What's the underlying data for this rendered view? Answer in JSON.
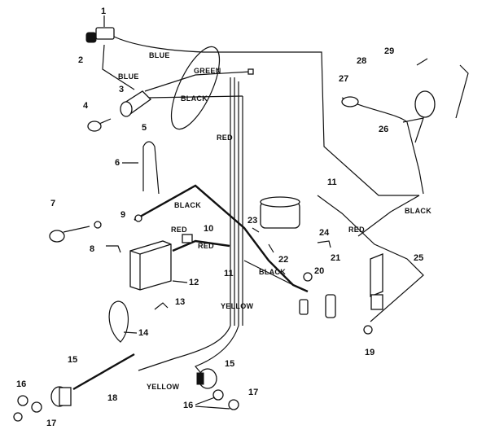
{
  "wire_labels": {
    "blue_top": "BLUE",
    "blue_left": "BLUE",
    "green": "GREEN",
    "black_switch": "BLACK",
    "red_vertical": "RED",
    "black_right": "BLACK",
    "red_right": "RED",
    "black_battery": "BLACK",
    "red_solenoid": "RED",
    "red_battery": "RED",
    "black_lower": "BLACK",
    "yellow_mid": "YELLOW",
    "yellow_bottom": "YELLOW"
  },
  "part_numbers": {
    "n1": "1",
    "n2": "2",
    "n3": "3",
    "n4": "4",
    "n5": "5",
    "n6": "6",
    "n7": "7",
    "n8": "8",
    "n9": "9",
    "n10": "10",
    "n11a": "11",
    "n11b": "11",
    "n12": "12",
    "n13": "13",
    "n14": "14",
    "n15a": "15",
    "n15b": "15",
    "n16a": "16",
    "n16b": "16",
    "n17a": "17",
    "n17b": "17",
    "n18": "18",
    "n19": "19",
    "n20": "20",
    "n21": "21",
    "n22": "22",
    "n23": "23",
    "n24": "24",
    "n25": "25",
    "n26": "26",
    "n27": "27",
    "n28": "28",
    "n29": "29"
  }
}
